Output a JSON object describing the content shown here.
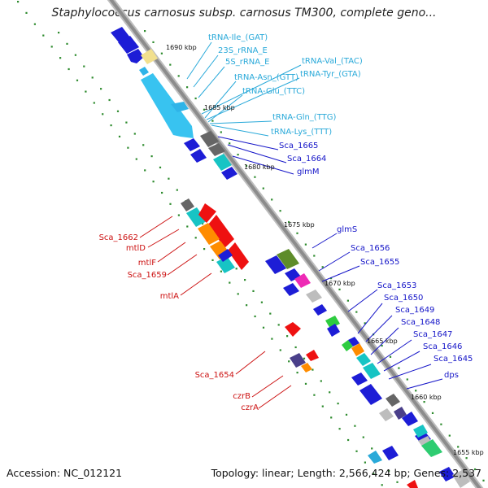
{
  "title": "Staphylococcus carnosus subsp. carnosus TM300, complete geno...",
  "footer": {
    "accession": "Accession: NC_012121",
    "summary": "Topology: linear; Length: 2,566,424 bp; Genes: 2,537"
  },
  "colors": {
    "forward_label": "#1515c8",
    "reverse_label": "#cc1111",
    "rna_label": "#29a9d9",
    "backbone": "#8c8c8c",
    "tick_dots": "#2e8b2e"
  },
  "scale_ticks": [
    "1690 kbp",
    "1685 kbp",
    "1680 kbp",
    "1675 kbp",
    "1670 kbp",
    "1665 kbp",
    "1660 kbp",
    "1655 kbp"
  ],
  "labels": {
    "rna": [
      "tRNA-Ile_(GAT)",
      "23S_rRNA_E",
      "5S_rRNA_E",
      "tRNA-Val_(TAC)",
      "tRNA-Asn_(GTT)",
      "tRNA-Tyr_(GTA)",
      "tRNA-Glu_(TTC)",
      "tRNA-Gln_(TTG)",
      "tRNA-Lys_(TTT)"
    ],
    "forward": [
      "Sca_1665",
      "Sca_1664",
      "glmM",
      "glmS",
      "Sca_1656",
      "Sca_1655",
      "Sca_1653",
      "Sca_1650",
      "Sca_1649",
      "Sca_1648",
      "Sca_1647",
      "Sca_1646",
      "Sca_1645",
      "dps"
    ],
    "reverse": [
      "Sca_1662",
      "mtlD",
      "mtlF",
      "Sca_1659",
      "mtlA",
      "Sca_1654",
      "czrB",
      "czrA"
    ]
  }
}
